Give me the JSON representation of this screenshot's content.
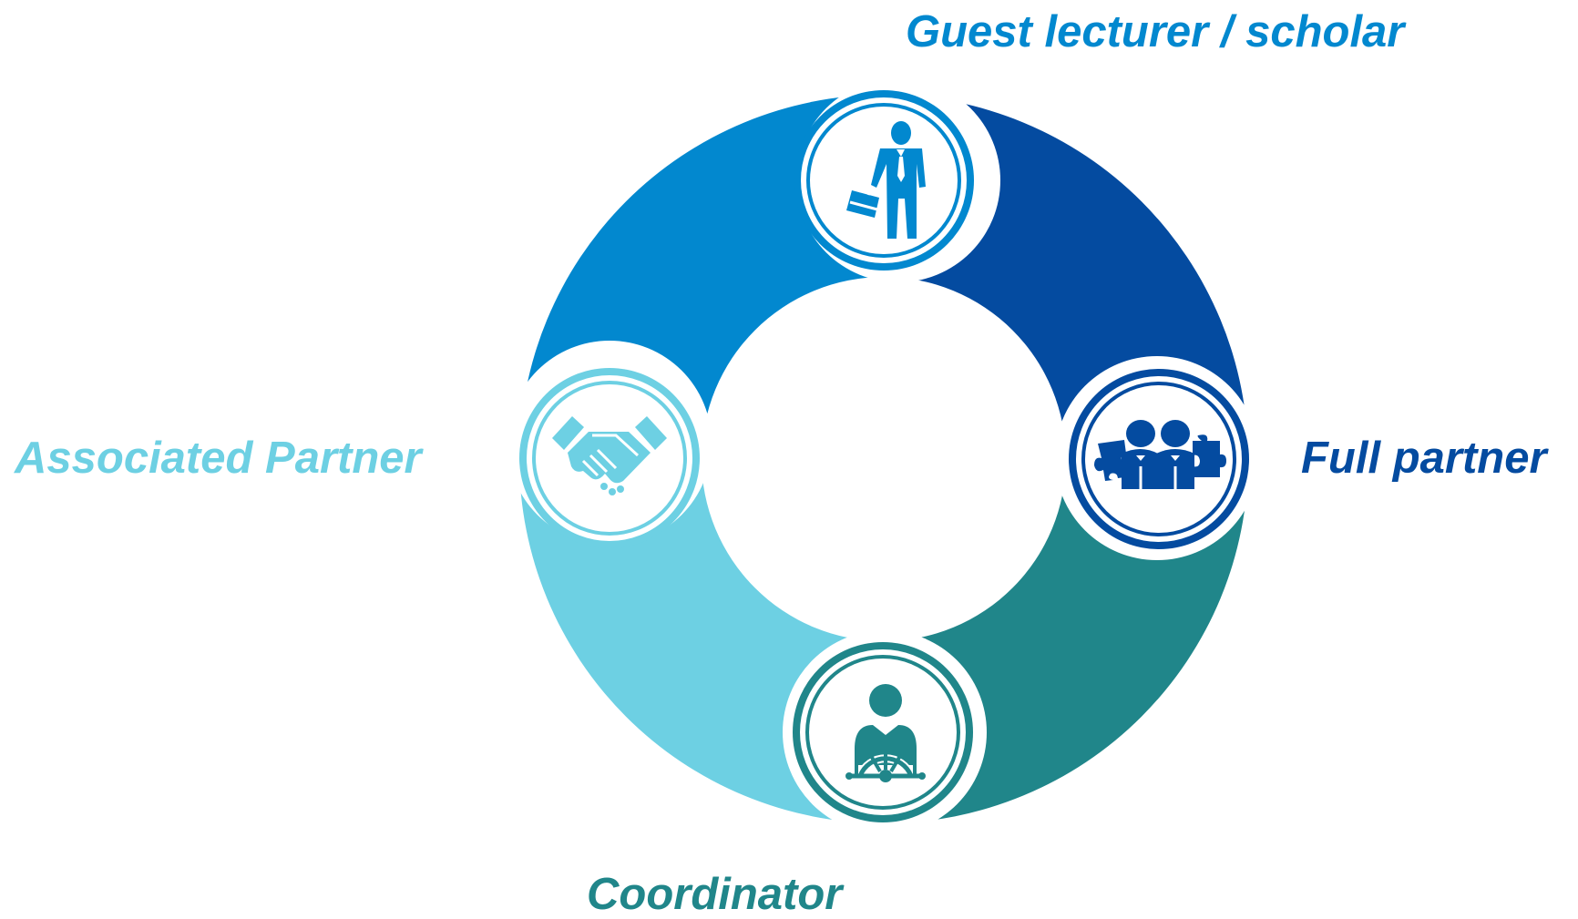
{
  "diagram": {
    "roles": [
      {
        "id": "guest",
        "label": "Guest lecturer / scholar",
        "color": "#0288cf",
        "icon": "businessman-briefcase-icon"
      },
      {
        "id": "full",
        "label": "Full partner",
        "color": "#044ba0",
        "icon": "team-puzzle-icon"
      },
      {
        "id": "coordinator",
        "label": "Coordinator",
        "color": "#20868a",
        "icon": "person-ship-wheel-icon"
      },
      {
        "id": "associated",
        "label": "Associated Partner",
        "color": "#6dd0e3",
        "icon": "handshake-icon"
      }
    ]
  }
}
